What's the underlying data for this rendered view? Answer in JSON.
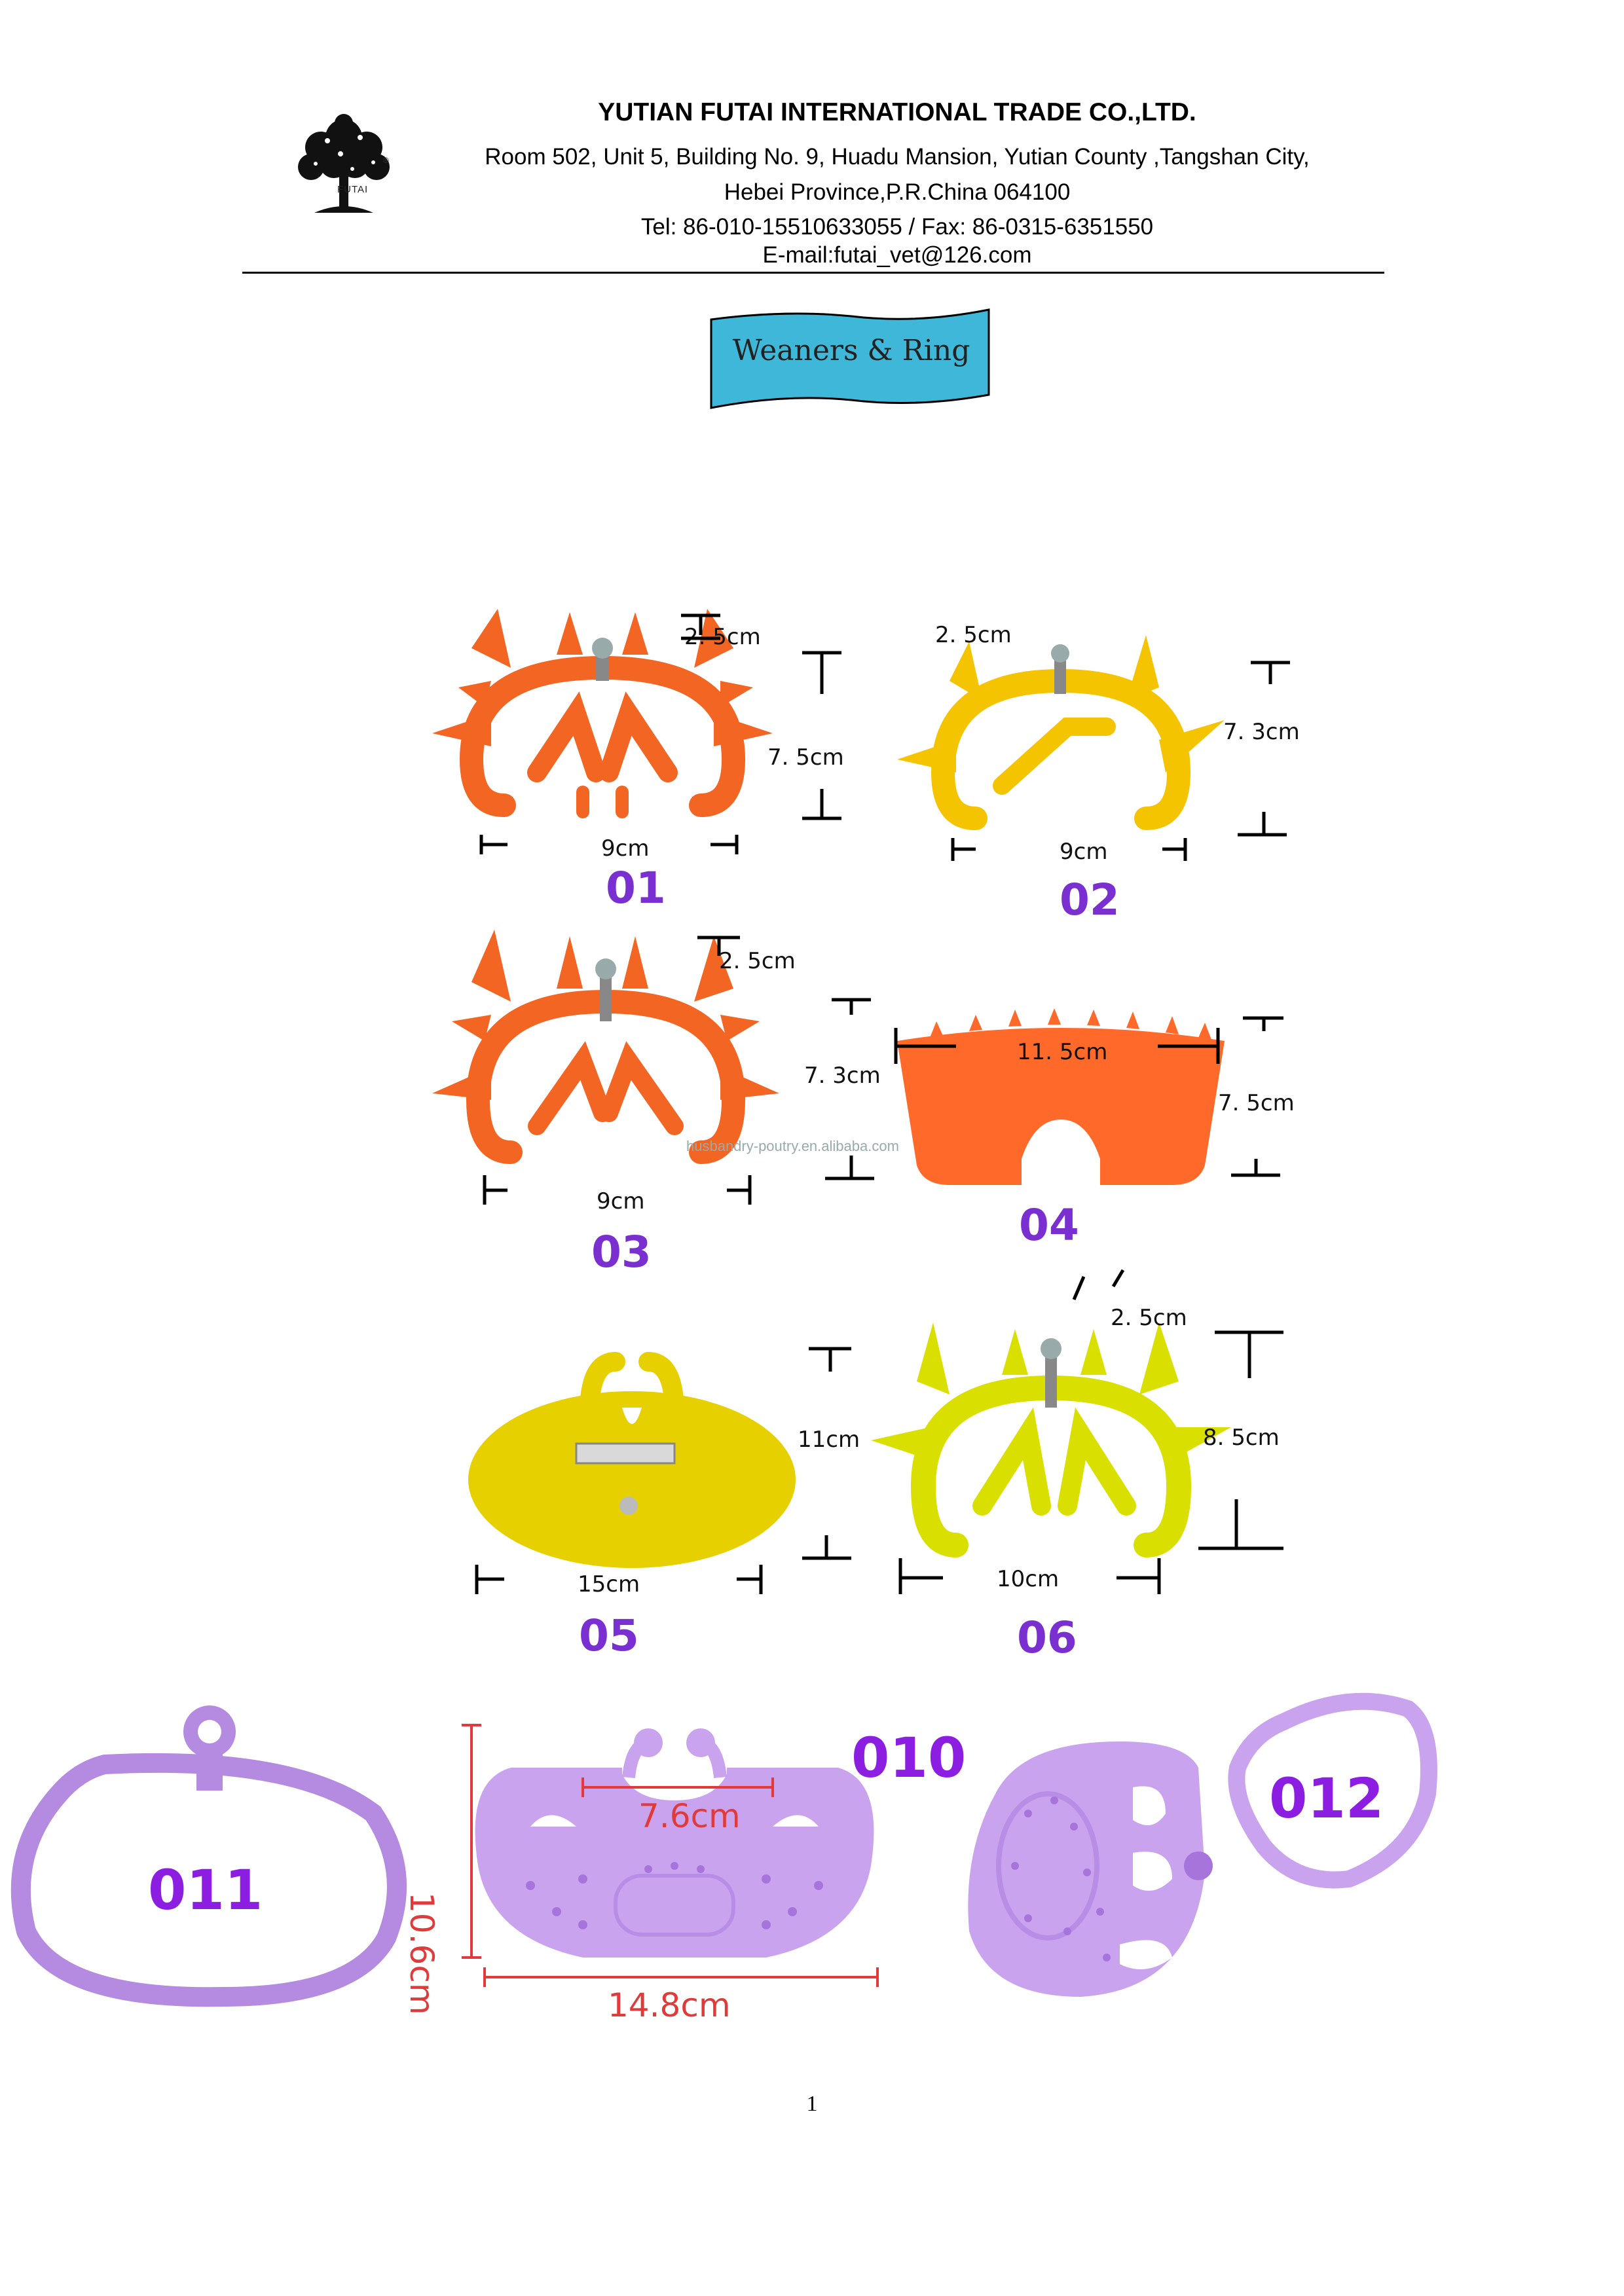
{
  "header": {
    "logo_text": "FUTAI",
    "logo_reg": "®",
    "company": "YUTIAN FUTAI INTERNATIONAL TRADE CO.,LTD.",
    "address_line1": "Room 502, Unit 5, Building No. 9, Huadu Mansion, Yutian County ,Tangshan City,",
    "address_line2": "Hebei Province,P.R.China 064100",
    "contact": "Tel: 86-010-15510633055 / Fax: 86-0315-6351550",
    "email": "E-mail:futai_vet@126.com"
  },
  "banner": {
    "title": "Weaners & Ring"
  },
  "watermark": "husbandry-poutry.en.alibaba.com",
  "products": [
    {
      "id": "01",
      "color": "#f26522",
      "width": "9cm",
      "height": "7. 5cm",
      "spike": "2. 5cm"
    },
    {
      "id": "02",
      "color": "#f5c400",
      "width": "9cm",
      "height": "7. 3cm",
      "spike": "2. 5cm"
    },
    {
      "id": "03",
      "color": "#f26522",
      "width": "9cm",
      "height": "7. 3cm",
      "spike": "2. 5cm"
    },
    {
      "id": "04",
      "color": "#ff6a2b",
      "width": "11. 5cm",
      "height": "7. 5cm"
    },
    {
      "id": "05",
      "color": "#e6d000",
      "width": "15cm",
      "height": "11cm"
    },
    {
      "id": "06",
      "color": "#d9e000",
      "width": "10cm",
      "height": "8. 5cm",
      "spike": "2. 5cm"
    },
    {
      "id": "011",
      "color": "#b48be0"
    },
    {
      "id": "010",
      "color": "#c9a3ee",
      "width": "14.8cm",
      "height": "10.6cm",
      "inner": "7.6cm"
    },
    {
      "id": "012",
      "color": "#c9a3ee"
    }
  ],
  "page_number": "1"
}
